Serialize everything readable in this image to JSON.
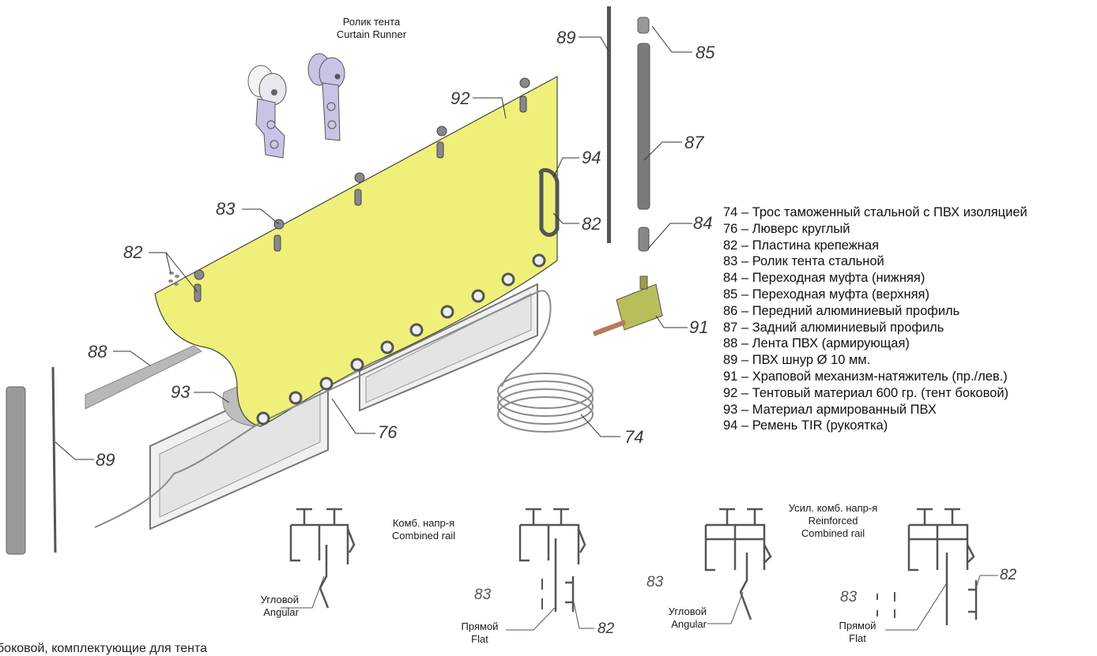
{
  "runner_caption": {
    "ru": "Ролик тента",
    "en": "Curtain Runner"
  },
  "callouts": {
    "c92": "92",
    "c89_top": "89",
    "c85": "85",
    "c87": "87",
    "c94": "94",
    "c82_handle": "82",
    "c84": "84",
    "c83": "83",
    "c82_left": "82",
    "c88": "88",
    "c93": "93",
    "c76": "76",
    "c89_bottom": "89",
    "c91": "91",
    "c74": "74",
    "d83_a": "83",
    "d82_a": "82",
    "d83_b": "83",
    "d83_c": "83",
    "d82_b": "82"
  },
  "legend": [
    "74 – Трос таможенный стальной с ПВХ изоляцией",
    "76 – Люверс круглый",
    "82 – Пластина крепежная",
    "83 – Ролик тента стальной",
    "84 – Переходная муфта (нижняя)",
    "85 – Переходная муфта (верхняя)",
    "86 – Передний алюминиевый профиль",
    "87 – Задний алюминиевый профиль",
    "88 – Лента ПВХ (армирующая)",
    "89 – ПВХ шнур Ø 10 мм.",
    "91 – Храповой механизм-натяжитель (пр./лев.)",
    "92 – Тентовый материал 600 гр. (тент боковой)",
    "93 – Материал армированный ПВХ",
    "94 – Ремень TIR (рукоятка)"
  ],
  "rail_diagrams": [
    {
      "label_ru": "Угловой",
      "label_en": "Angular"
    },
    {
      "title_ru": "Комб. напр-я",
      "title_en": "Combined rail",
      "label_ru": "Прямой",
      "label_en": "Flat"
    },
    {
      "label_ru": "Угловой",
      "label_en": "Angular"
    },
    {
      "title_ru": "Усил. комб. напр-я",
      "title_en1": "Reinforced",
      "title_en2": "Combined rail",
      "label_ru": "Прямой",
      "label_en": "Flat"
    }
  ],
  "bottom_text": "боковой, комплектующие для тента",
  "colors": {
    "tarp": "#eef07a",
    "metal": "#8a8a8a",
    "dark": "#555555",
    "lavender": "#c8c4e6"
  }
}
